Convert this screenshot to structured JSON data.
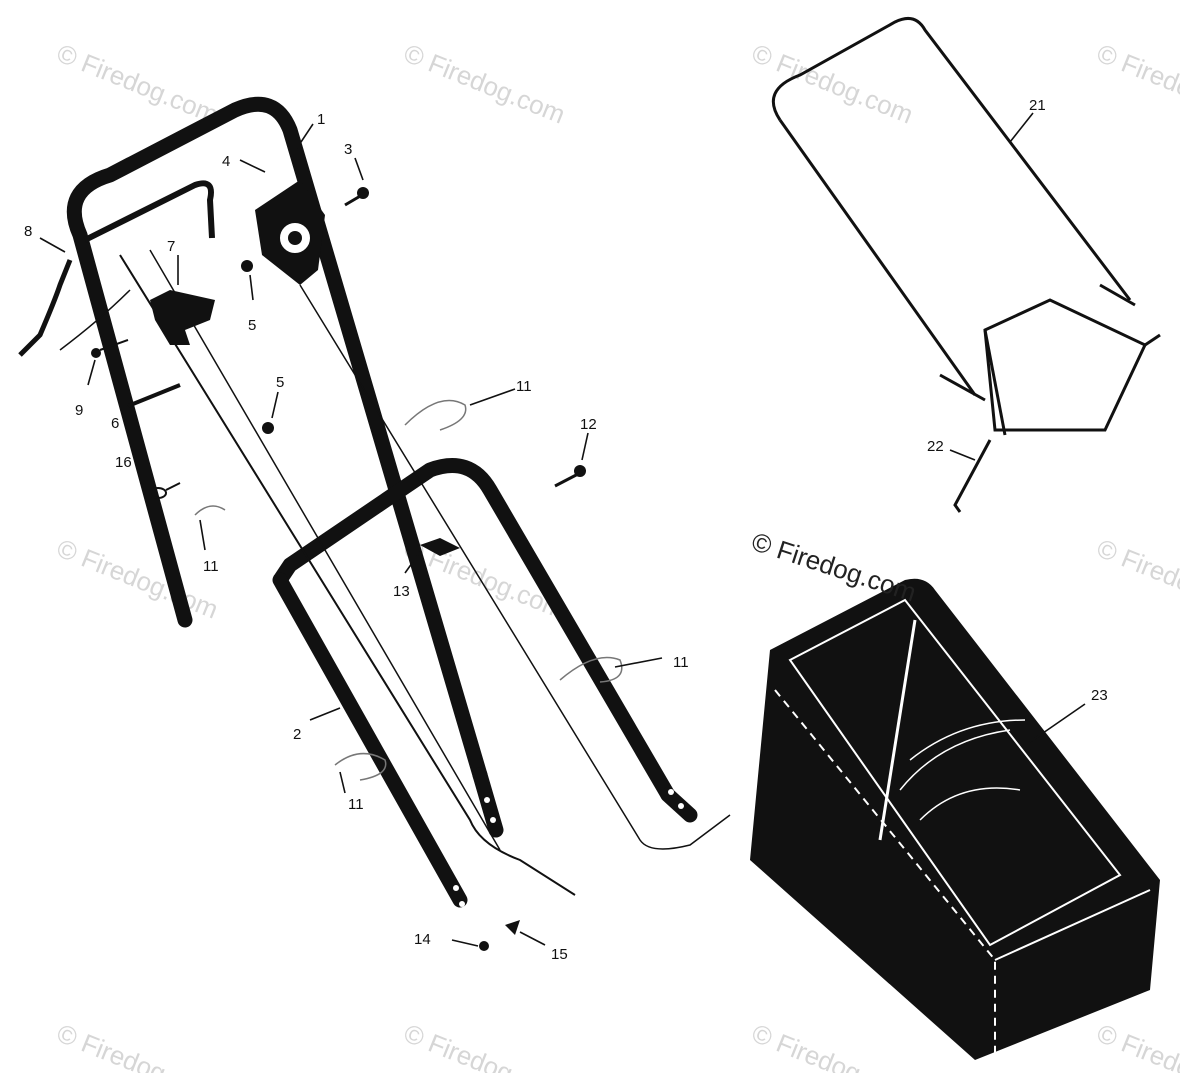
{
  "watermark": {
    "text": "© Firedog.com",
    "color": "#d6d6d6",
    "main_color": "#222222"
  },
  "labels": {
    "p1": "1",
    "p2": "2",
    "p3": "3",
    "p4": "4",
    "p5a": "5",
    "p5b": "5",
    "p6": "6",
    "p7": "7",
    "p8": "8",
    "p9": "9",
    "p11a": "11",
    "p11b": "11",
    "p11c": "11",
    "p11d": "11",
    "p12": "12",
    "p13": "13",
    "p14": "14",
    "p15": "15",
    "p16": "16",
    "p21": "21",
    "p22": "22",
    "p23": "23"
  },
  "colors": {
    "ink": "#111111",
    "background": "#ffffff"
  }
}
